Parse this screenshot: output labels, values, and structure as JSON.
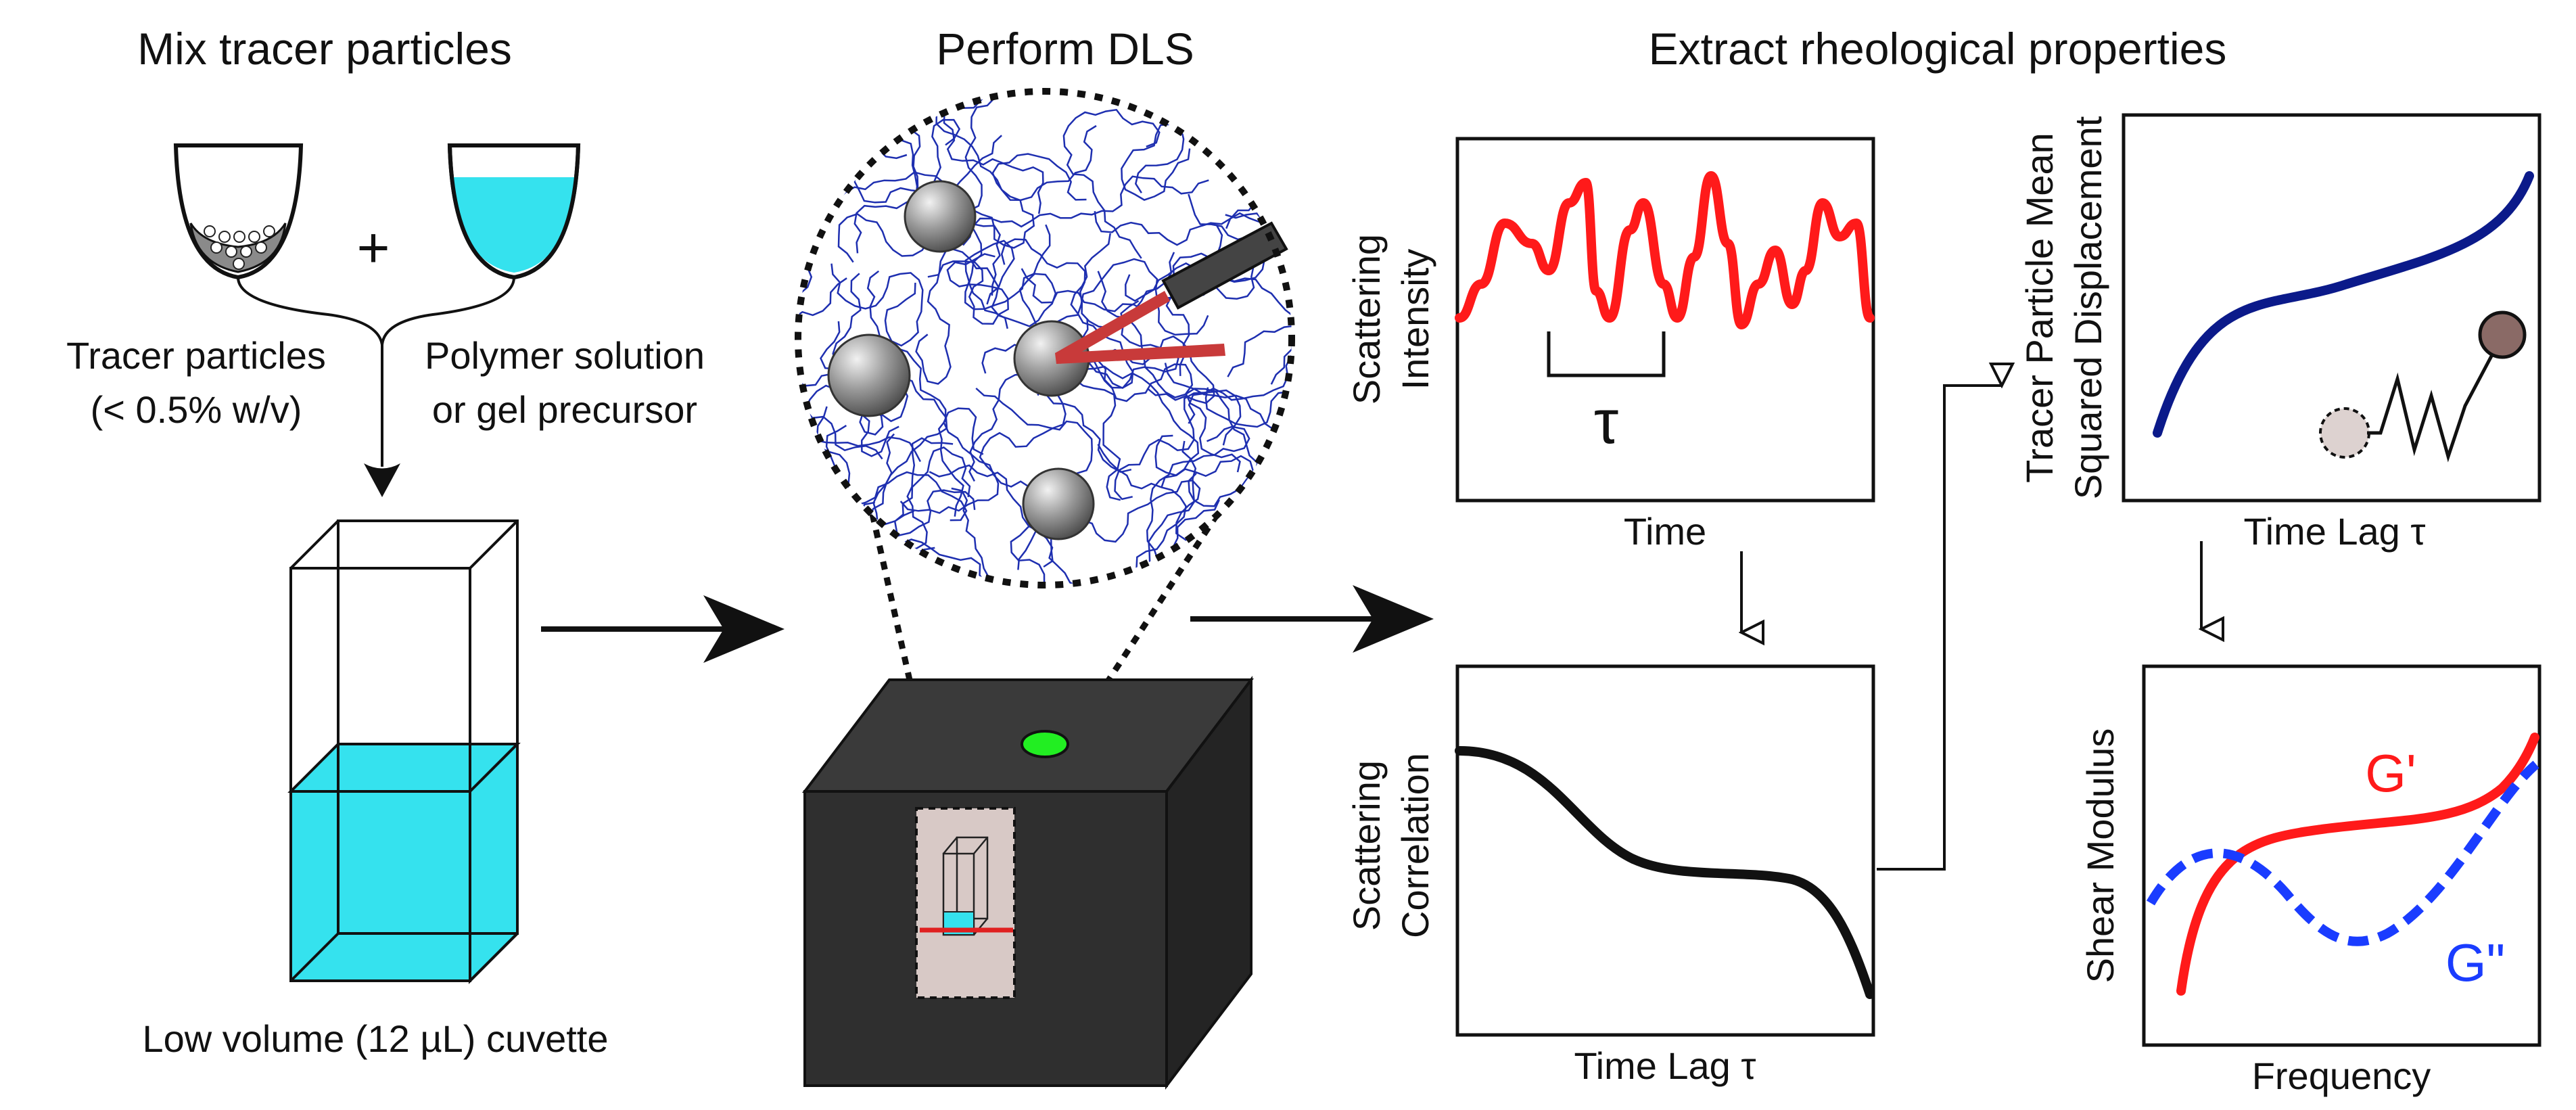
{
  "sections": {
    "mix": "Mix tracer particles",
    "dls": "Perform DLS",
    "extract": "Extract rheological properties"
  },
  "mix": {
    "plus": "+",
    "tracer_line1": "Tracer particles",
    "tracer_line2": "(< 0.5% w/v)",
    "polymer_line1": "Polymer solution",
    "polymer_line2": "or gel precursor",
    "cuvette": "Low volume (12 µL) cuvette"
  },
  "plots": {
    "intensity": {
      "ylabel_line1": "Scattering",
      "ylabel_line2": "Intensity",
      "xlabel": "Time",
      "tau": "τ"
    },
    "correlation": {
      "ylabel_line1": "Scattering",
      "ylabel_line2": "Correlation",
      "xlabel": "Time Lag τ"
    },
    "msd": {
      "ylabel_line1": "Tracer Particle Mean",
      "ylabel_line2": "Squared Displacement",
      "xlabel": "Time Lag τ"
    },
    "modulus": {
      "ylabel": "Shear Modulus",
      "xlabel": "Frequency",
      "g_prime": "G'",
      "g_double_prime": "G\""
    }
  },
  "colors": {
    "liquid": "#35e2ee",
    "polymer": "#1e2fb0",
    "intensity_curve": "#ff1a1a",
    "msd_curve": "#0b1a8a",
    "g_prime": "#ff1a1a",
    "g_double_prime": "#1a3cff",
    "detector_light": "#22ee22",
    "laser": "#c83a3a",
    "instrument_body": "#2f2f2f"
  }
}
